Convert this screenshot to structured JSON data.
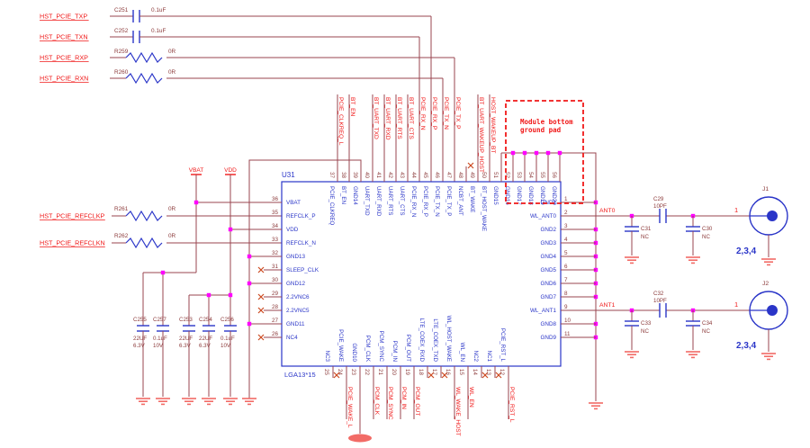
{
  "colors": {
    "wire": "#99444f",
    "symbol_blue": "#2a35c8",
    "net_red": "#f01818",
    "refdes": "#8c3b3b",
    "junction": "#ff00ff",
    "ground": "#f26b66",
    "noconnect": "#cc4a22"
  },
  "host_pcie_rows": [
    {
      "label": "HST_PCIE_TXP",
      "ref": "C251",
      "value": "0.1uF",
      "comp": "cap"
    },
    {
      "label": "HST_PCIE_TXN",
      "ref": "C252",
      "value": "0.1uF",
      "comp": "cap"
    },
    {
      "label": "HST_PCIE_RXP",
      "ref": "R259",
      "value": "0R",
      "comp": "res"
    },
    {
      "label": "HST_PCIE_RXN",
      "ref": "R260",
      "value": "0R",
      "comp": "res"
    }
  ],
  "refclk_rows": [
    {
      "label": "HST_PCIE_REFCLKP",
      "ref": "R261",
      "value": "0R"
    },
    {
      "label": "HST_PCIE_REFCLKN",
      "ref": "R262",
      "value": "0R"
    }
  ],
  "power_nets": {
    "vbat": "VBAT",
    "vdd": "VDD"
  },
  "module": {
    "ref": "U31",
    "package": "LGA13*15",
    "left_pins": [
      {
        "num": "36",
        "name": "VBAT"
      },
      {
        "num": "35",
        "name": "REFCLK_P"
      },
      {
        "num": "34",
        "name": "VDD"
      },
      {
        "num": "33",
        "name": "REFCLK_N"
      },
      {
        "num": "32",
        "name": "GND13"
      },
      {
        "num": "31",
        "name": "SLEEP_CLK",
        "nc": true
      },
      {
        "num": "30",
        "name": "GND12"
      },
      {
        "num": "29",
        "name": "2.2VNC6",
        "nc": true
      },
      {
        "num": "28",
        "name": "2.2VNC5",
        "nc": true
      },
      {
        "num": "27",
        "name": "GND11"
      },
      {
        "num": "26",
        "name": "NC4",
        "nc": true
      }
    ],
    "top_pins": [
      {
        "num": "37",
        "name": "PCIE_CLKREQ",
        "net": "PCIE_CLKREQ_L"
      },
      {
        "num": "38",
        "name": "BT_EN",
        "net": "BT_EN"
      },
      {
        "num": "39",
        "name": "GND14"
      },
      {
        "num": "40",
        "name": "UART_TXD",
        "net": "BT_UART_TXD"
      },
      {
        "num": "41",
        "name": "UART_RXD",
        "net": "BT_UART_RXD"
      },
      {
        "num": "42",
        "name": "UART_RTS",
        "net": "BT_UART_RTS"
      },
      {
        "num": "43",
        "name": "UART_CTS",
        "net": "BT_UART_CTS"
      },
      {
        "num": "44",
        "name": "PCIE_RX_N",
        "net": "PCIE_RX_N"
      },
      {
        "num": "45",
        "name": "PCIE_RX_P",
        "net": "PCIE_RX_P"
      },
      {
        "num": "46",
        "name": "PCIE_TX_N",
        "net": "PCIE_TX_N"
      },
      {
        "num": "47",
        "name": "PCIE_TX_P",
        "net": "PCIE_TX_P"
      },
      {
        "num": "48",
        "name": "NCBT_ANT",
        "nc": true
      },
      {
        "num": "49",
        "name": "BT_WAKE",
        "net": "BT_UART_WAKEUP_HOST"
      },
      {
        "num": "50",
        "name": "BT_HOST_WAKE",
        "net": "HOST_WAKEUP_BT"
      },
      {
        "num": "51",
        "name": "GND15"
      },
      {
        "num": "52",
        "name": "GND16"
      },
      {
        "num": "53",
        "name": "GND17"
      },
      {
        "num": "54",
        "name": "GND18"
      },
      {
        "num": "55",
        "name": "GND19"
      },
      {
        "num": "56",
        "name": "GND20"
      }
    ],
    "right_pins": [
      {
        "num": "1",
        "name": "GND1"
      },
      {
        "num": "2",
        "name": "WL_ANT0",
        "net": "ANT0"
      },
      {
        "num": "3",
        "name": "GND2"
      },
      {
        "num": "4",
        "name": "GND3"
      },
      {
        "num": "5",
        "name": "GND4"
      },
      {
        "num": "6",
        "name": "GND5"
      },
      {
        "num": "7",
        "name": "GND6"
      },
      {
        "num": "8",
        "name": "GND7"
      },
      {
        "num": "9",
        "name": "WL_ANT1",
        "net": "ANT1"
      },
      {
        "num": "10",
        "name": "GND8"
      },
      {
        "num": "11",
        "name": "GND9"
      }
    ],
    "bottom_pins": [
      {
        "num": "25",
        "name": "NC3",
        "nc": true
      },
      {
        "num": "24",
        "name": "PCIE_WAKE",
        "net": "PCIE_WAKE_L"
      },
      {
        "num": "23",
        "name": "GND10"
      },
      {
        "num": "22",
        "name": "PCM_CLK",
        "net": "PCM_CLK"
      },
      {
        "num": "21",
        "name": "PCM_SYNC",
        "net": "PCM_SYNC"
      },
      {
        "num": "20",
        "name": "PCM_IN",
        "net": "PCM_IN"
      },
      {
        "num": "19",
        "name": "PCM_OUT",
        "net": "PCM_OUT"
      },
      {
        "num": "18",
        "name": "LTE_COEX_RXD",
        "nc": true
      },
      {
        "num": "17",
        "name": "LTE_COEX_TXD",
        "nc": true
      },
      {
        "num": "16",
        "name": "WL_HOST_WAKE",
        "net": "WL_WAKE_HOST"
      },
      {
        "num": "15",
        "name": "WL_EN",
        "net": "WL_EN"
      },
      {
        "num": "14",
        "name": "NC2",
        "nc": true
      },
      {
        "num": "13",
        "name": "NC1",
        "nc": true
      },
      {
        "num": "12",
        "name": "PCIE_RST_L",
        "net": "PCIE_RST_L"
      }
    ]
  },
  "decoupling_caps": [
    {
      "ref": "C255",
      "value": "22UF",
      "rating": "6.3V"
    },
    {
      "ref": "C257",
      "value": "0.1uF",
      "rating": "10V"
    },
    {
      "ref": "C253",
      "value": "22UF",
      "rating": "6.3V"
    },
    {
      "ref": "C254",
      "value": "22UF",
      "rating": "6.3V"
    },
    {
      "ref": "C256",
      "value": "0.1uF",
      "rating": "10V"
    }
  ],
  "note": {
    "line1": "Module bottom",
    "line2": "ground pad"
  },
  "antenna_paths": [
    {
      "net": "ANT0",
      "shunt_in": {
        "ref": "C31",
        "value": "NC"
      },
      "series": {
        "ref": "C29",
        "value": "10PF"
      },
      "shunt_out": {
        "ref": "C30",
        "value": "NC"
      },
      "connector": {
        "ref": "J1",
        "signal_pin": "1",
        "ground_pins": "2,3,4"
      }
    },
    {
      "net": "ANT1",
      "shunt_in": {
        "ref": "C33",
        "value": "NC"
      },
      "series": {
        "ref": "C32",
        "value": "10PF"
      },
      "shunt_out": {
        "ref": "C34",
        "value": "NC"
      },
      "connector": {
        "ref": "J2",
        "signal_pin": "1",
        "ground_pins": "2,3,4"
      }
    }
  ]
}
